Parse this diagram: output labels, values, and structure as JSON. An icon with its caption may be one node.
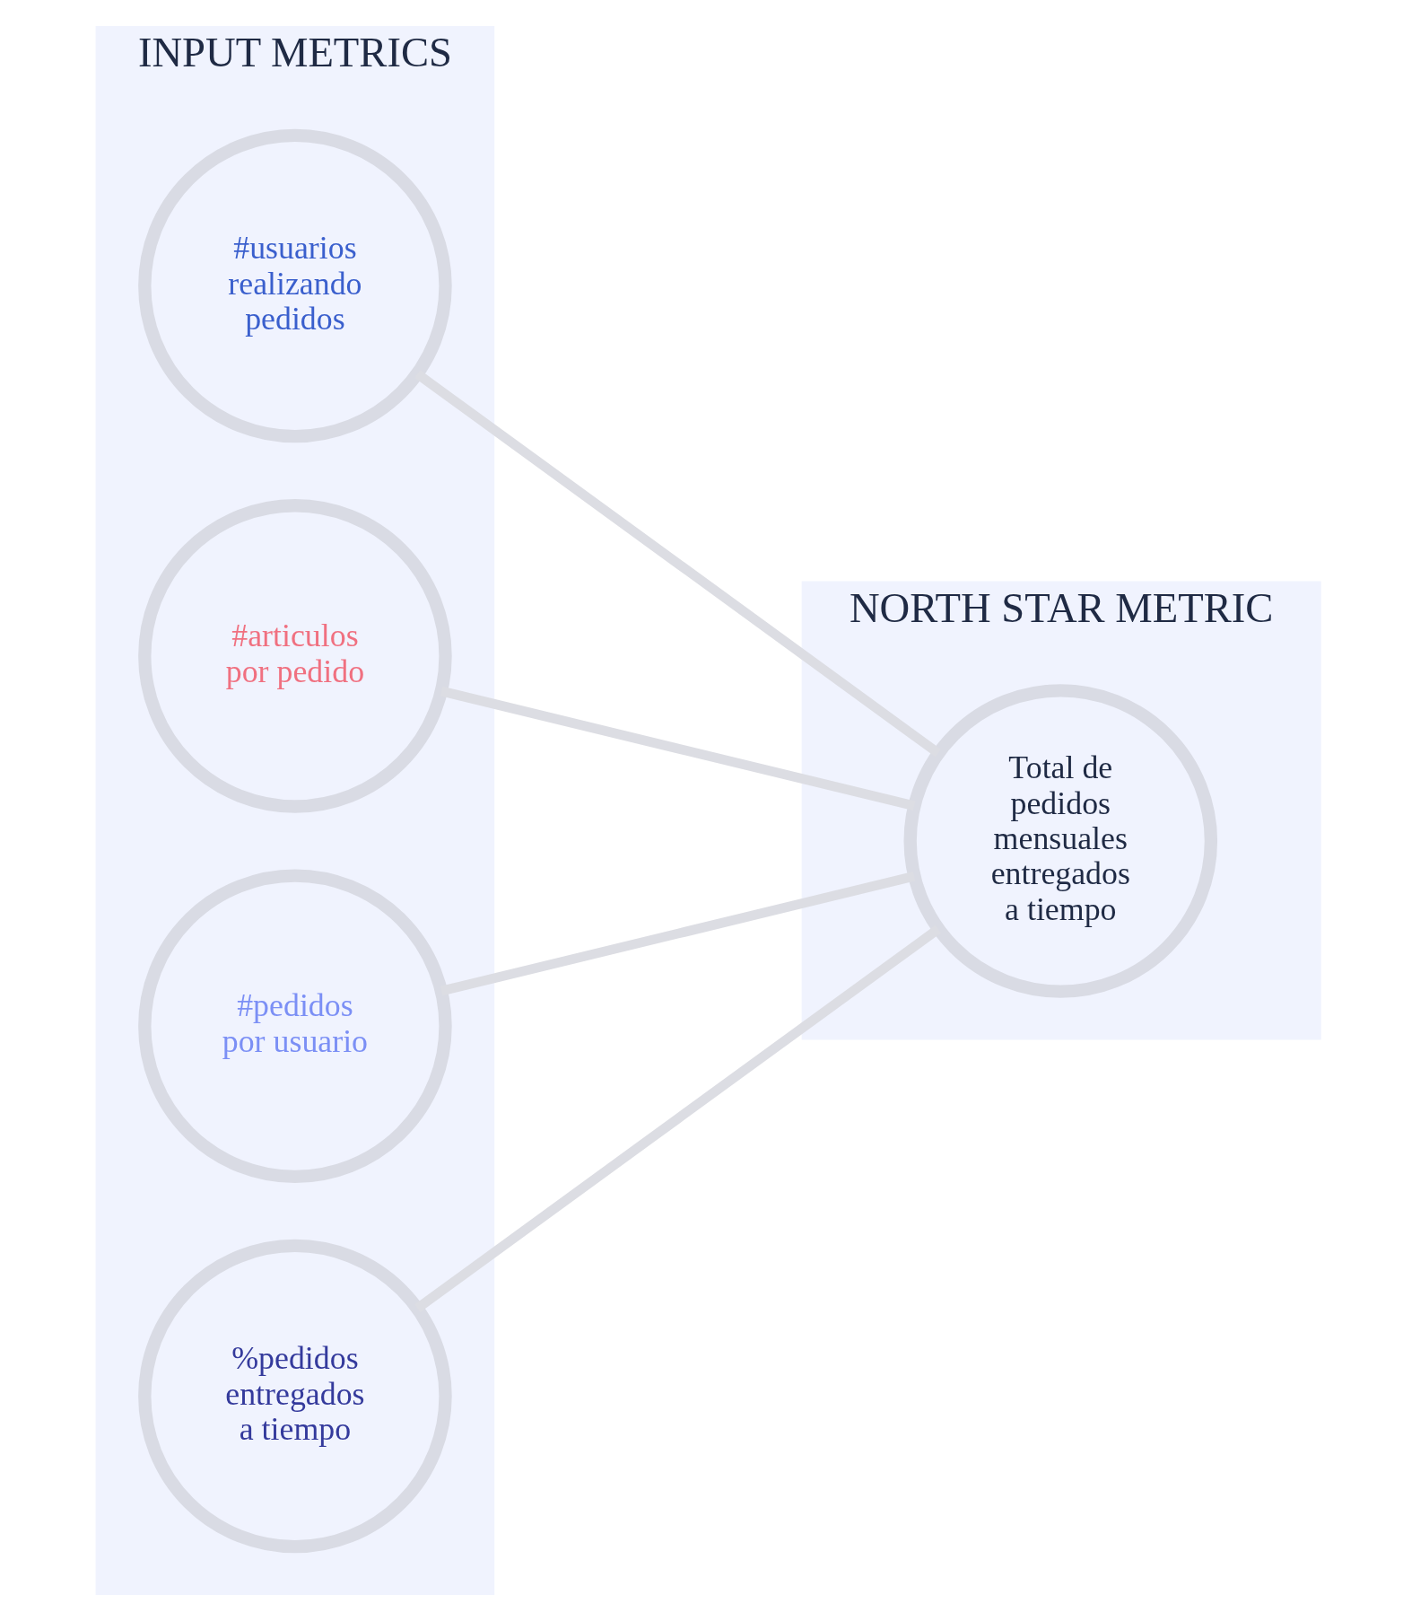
{
  "diagram": {
    "nodes": [
      {
        "text": [
          "INPUT METRICS"
        ]
      },
      {
        "text": [
          "NORTH STAR METRIC"
        ]
      },
      {
        "text": [
          "#usuarios realizando pedidos"
        ],
        "in": 0
      },
      {
        "text": [
          "#articulos por pedido"
        ],
        "in": 0
      },
      {
        "text": [
          "#pedidos por usuario"
        ],
        "in": 0
      },
      {
        "text": [
          "%pedidos entregados a tiempo"
        ],
        "in": 0
      },
      {
        "text": [
          "Total de pedidos mensuales entregados a tiempo"
        ],
        "in": 1
      }
    ],
    "edges": [
      {
        "from": 2,
        "to": 6,
        "arrow": "none"
      },
      {
        "from": 3,
        "to": 6,
        "arrow": "none"
      },
      {
        "from": 4,
        "to": 6,
        "arrow": "none"
      },
      {
        "from": 5,
        "to": 6,
        "arrow": "none"
      }
    ]
  }
}
